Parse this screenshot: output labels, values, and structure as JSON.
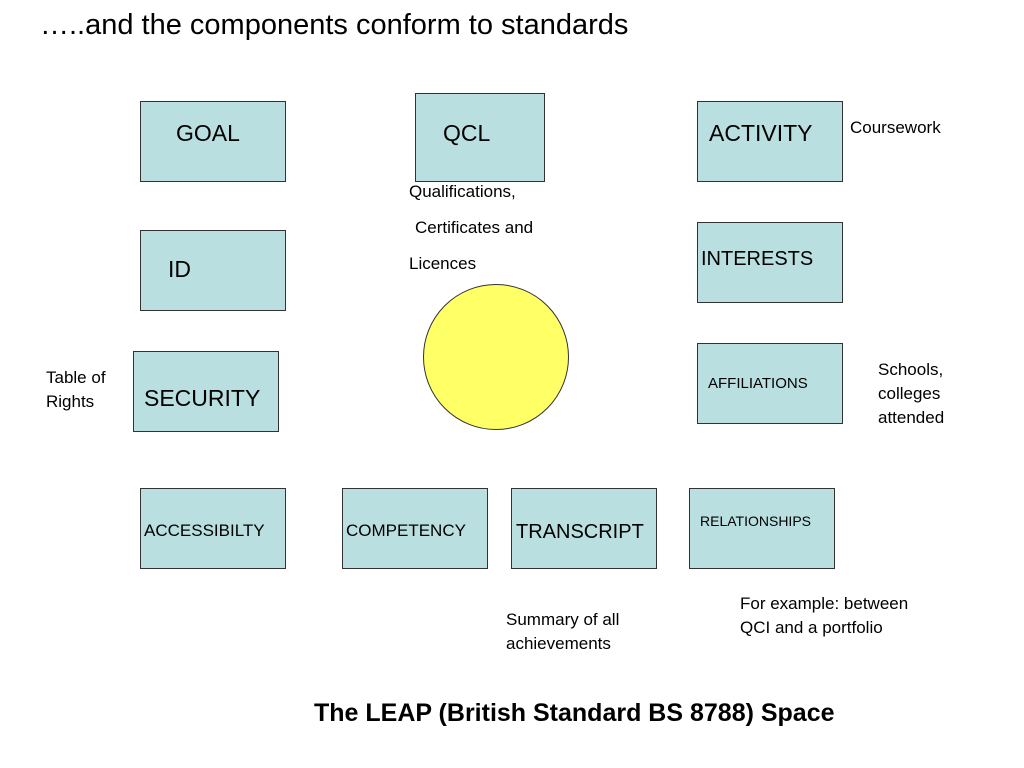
{
  "title": "…..and the components conform to standards",
  "boxes": {
    "goal": "GOAL",
    "qcl": "QCL",
    "activity": "ACTIVITY",
    "id": "ID",
    "interests": "INTERESTS",
    "security": "SECURITY",
    "affiliations": "AFFILIATIONS",
    "accessibility": "ACCESSIBILTY",
    "competency": "COMPETENCY",
    "transcript": "TRANSCRIPT",
    "relationships": "RELATIONSHIPS"
  },
  "notes": {
    "coursework": "Coursework",
    "qcl_line1": "Qualifications,",
    "qcl_line2": "Certificates and",
    "qcl_line3": "Licences",
    "table_of_rights_line1": "Table of",
    "table_of_rights_line2": "Rights",
    "schools_line1": "Schools,",
    "schools_line2": "colleges",
    "schools_line3": "attended",
    "summary_line1": "Summary of all",
    "summary_line2": "achievements",
    "example_line1": "For example: between",
    "example_line2": "QCI and a portfolio"
  },
  "caption": "The LEAP (British Standard BS 8788) Space",
  "colors": {
    "box_fill": "#b9dfe0",
    "circle_fill": "#ffff66",
    "border": "#333333"
  }
}
